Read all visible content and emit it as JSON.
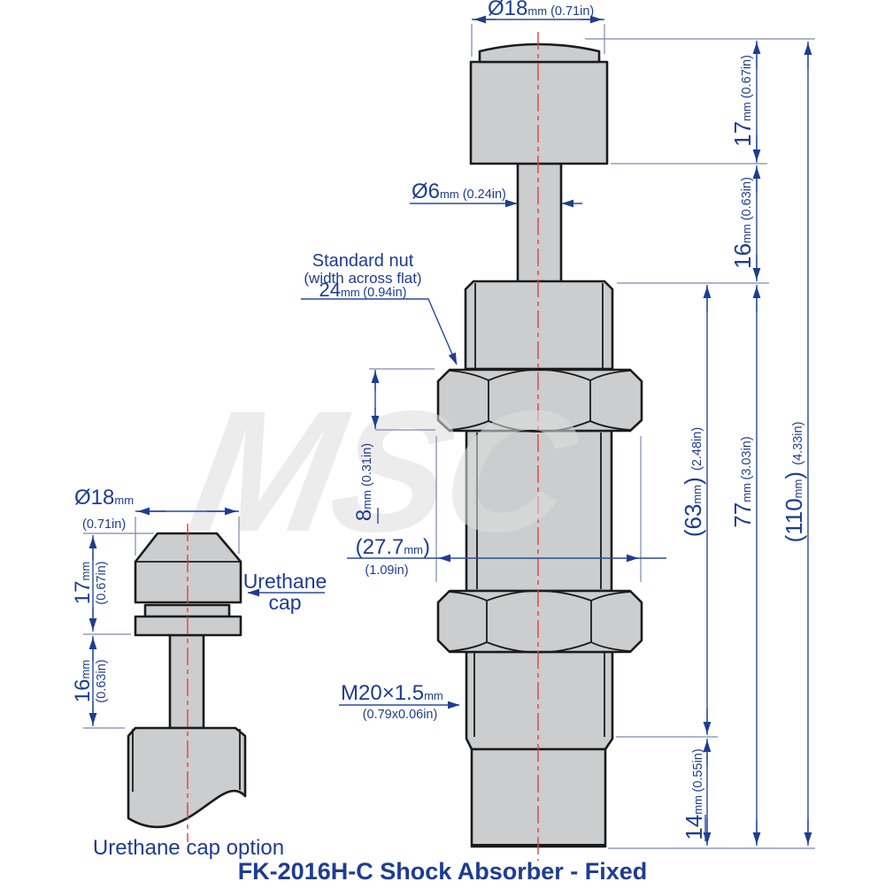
{
  "drawing": {
    "title": "FK-2016H-C  Shock Absorber - Fixed",
    "watermark": "MSC"
  },
  "colors": {
    "dimension_blue": "#1e3c91",
    "extension_blue": "#7d89b0",
    "centerline_red": "#e04040",
    "part_fill_gray": "#cccdce",
    "outline_black": "#1b1b1b"
  },
  "main_view": {
    "dim_top_diameter": {
      "value": "Ø18",
      "unit": "mm",
      "inch": " (0.71in)"
    },
    "dim_rod_diameter": {
      "value": "Ø6",
      "unit": "mm",
      "inch": " (0.24in)"
    },
    "nut_callout": {
      "line1": "Standard nut",
      "line2": "(width across flat)",
      "value": "24",
      "unit": "mm ",
      "inch": "(0.94in)"
    },
    "dim_nut_height": {
      "value": "8",
      "unit": "mm",
      "inch": " (0.31in)"
    },
    "dim_across_corners": {
      "open": "(27.7",
      "unit": "mm",
      "close": ")",
      "inch": "(1.09in)"
    },
    "thread_callout": {
      "value": "M20×1.5",
      "unit": "mm",
      "inch": "(0.79x0.06in)"
    },
    "dim_cap_height": {
      "value": "17",
      "unit": "mm",
      "inch": " (0.67in)"
    },
    "dim_rod_length": {
      "value": "16",
      "unit": "mm",
      "inch": " (0.63in)"
    },
    "dim_body_length": {
      "open": "(63",
      "unit": "mm",
      "close": ") ",
      "inch": "(2.48in)"
    },
    "dim_mount_length": {
      "value": "77",
      "unit": "mm ",
      "inch": "(3.03in)"
    },
    "dim_overall_length": {
      "open": "(110",
      "unit": "mm",
      "close": ") ",
      "inch": "(4.33in)"
    },
    "dim_tail_length": {
      "value": "14",
      "unit": "mm ",
      "inch": "(0.55in)"
    }
  },
  "inset_view": {
    "caption": "Urethane cap option",
    "cap_label": {
      "line1": "Urethane",
      "line2": "cap"
    },
    "dim_diameter": {
      "value": "Ø18",
      "unit": "mm",
      "inch": "(0.71in)"
    },
    "dim_cap_height": {
      "value": "17",
      "unit": "mm",
      "inch": "(0.67in)"
    },
    "dim_rod_length": {
      "value": "16",
      "unit": "mm",
      "inch": "(0.63in)"
    }
  }
}
